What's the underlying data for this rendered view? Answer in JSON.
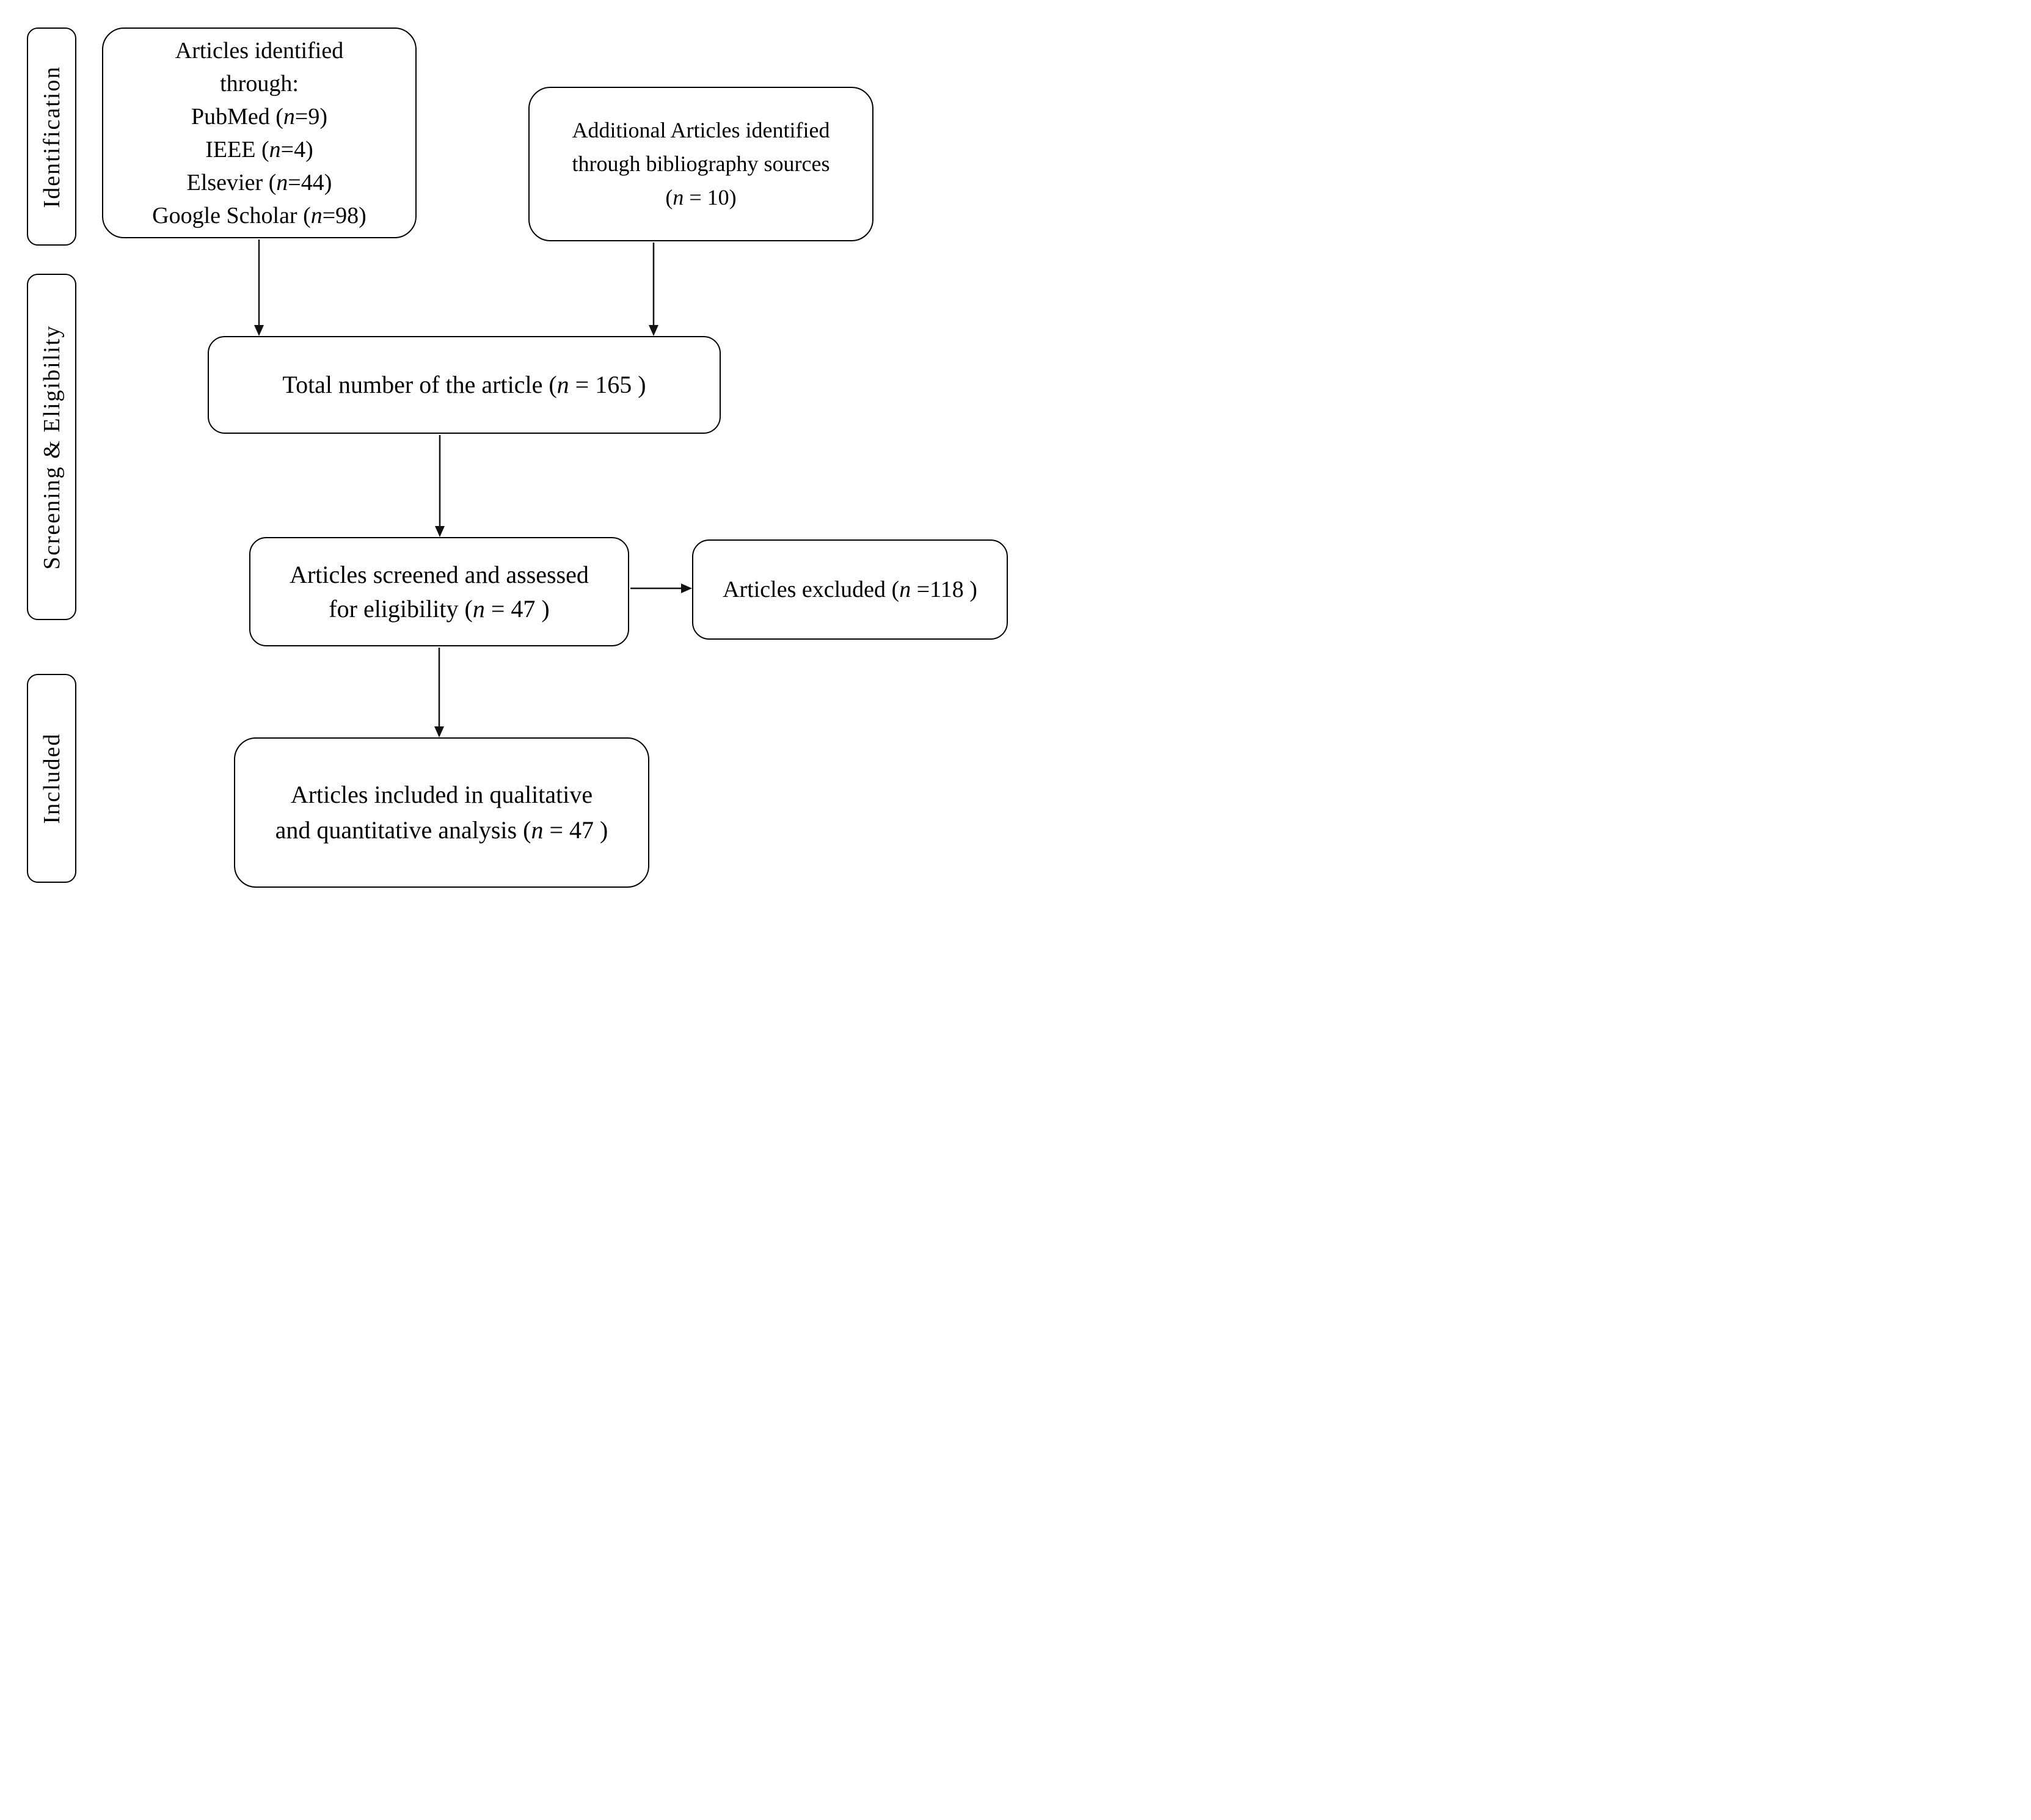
{
  "diagram": {
    "colors": {
      "ink": "#000000",
      "background": "#ffffff"
    },
    "stages": [
      {
        "label": "Identification"
      },
      {
        "label": "Screening & Eligibility"
      },
      {
        "label": "Included"
      }
    ],
    "boxes": {
      "sources": {
        "lines": [
          {
            "text": "Articles identified"
          },
          {
            "text": "through:"
          },
          {
            "pre": "PubMed (",
            "var": "n",
            "post": "=9)"
          },
          {
            "pre": "IEEE (",
            "var": "n",
            "post": "=4)"
          },
          {
            "pre": "Elsevier (",
            "var": "n",
            "post": "=44)"
          },
          {
            "pre": "Google Scholar (",
            "var": "n",
            "post": "=98)"
          }
        ]
      },
      "additional": {
        "lines": [
          {
            "text": "Additional Articles identified"
          },
          {
            "text": "through bibliography sources"
          },
          {
            "pre": "(",
            "var": "n",
            "post": " = 10)"
          }
        ]
      },
      "total": {
        "line": {
          "pre": "Total number of the article (",
          "var": "n",
          "post": " = 165 )"
        }
      },
      "screened": {
        "lines": [
          {
            "text": "Articles screened and assessed"
          },
          {
            "pre": "for eligibility (",
            "var": "n",
            "post": " = 47 )"
          }
        ]
      },
      "excluded": {
        "line": {
          "pre": "Articles excluded (",
          "var": "n",
          "post": " =118 )"
        }
      },
      "included": {
        "lines": [
          {
            "text": "Articles included in qualitative"
          },
          {
            "pre": "and quantitative analysis (",
            "var": "n",
            "post": " = 47 )"
          }
        ]
      }
    }
  }
}
